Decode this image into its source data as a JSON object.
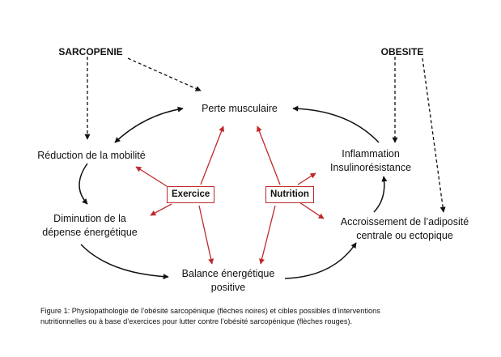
{
  "causes": {
    "sarcopenia": "SARCOPENIE",
    "obesity": "OBESITE"
  },
  "nodes": {
    "muscle_loss": "Perte musculaire",
    "reduced_mobility": "Réduction de la mobilité",
    "energy_expenditure_line1": "Diminution de la",
    "energy_expenditure_line2": "dépense énergétique",
    "energy_balance_line1": "Balance énergétique",
    "energy_balance_line2": "positive",
    "inflammation_line1": "Inflammation",
    "inflammation_line2": "Insulinorésistance",
    "adiposity_line1": "Accroissement de l’adiposité",
    "adiposity_line2": "centrale ou ectopique"
  },
  "interventions": {
    "exercise": "Exercice",
    "nutrition": "Nutrition"
  },
  "caption": {
    "line1": "Figure 1: Physiopathologie de l’obésité sarcopénique (flèches noires) et cibles possibles d’interventions",
    "line2": "nutritionnelles ou à base d’exercices pour lutter contre l’obésité sarcopénique (flèches rouges)."
  },
  "colors": {
    "pathophysiology_arrows": "#111111",
    "intervention_arrows": "#c0282a"
  }
}
